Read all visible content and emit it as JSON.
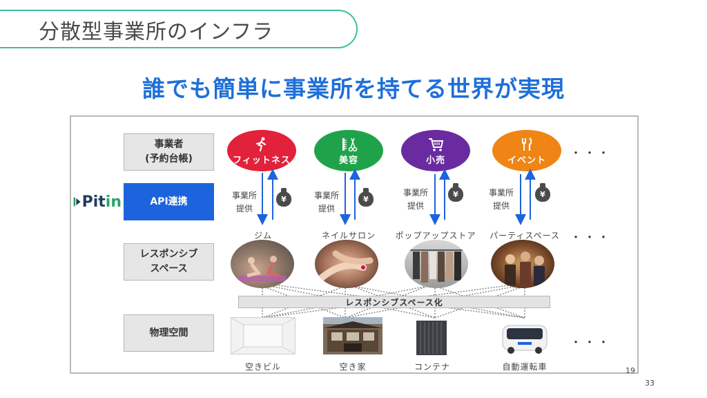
{
  "page_title": "分散型事業所のインフラ",
  "headline": "誰でも簡単に事業所を持てる世界が実現",
  "row_labels": {
    "operators": "事業者\n(予約台帳)",
    "api": "API連携",
    "responsive": "レスポンシブ\nスペース",
    "physical": "物理空間"
  },
  "logo": {
    "main": "Pit",
    "accent": "in"
  },
  "businesses": [
    {
      "label": "フィットネス",
      "color": "#e2213a",
      "icon": "running-person-icon"
    },
    {
      "label": "美容",
      "color": "#1fa34a",
      "icon": "scissors-comb-icon"
    },
    {
      "label": "小売",
      "color": "#6a2ba0",
      "icon": "shopping-cart-icon"
    },
    {
      "label": "イベント",
      "color": "#f08516",
      "icon": "fork-knife-icon"
    }
  ],
  "provide_label": "事業所\n提供",
  "currency_symbol": "¥",
  "spaces": [
    "ジム",
    "ネイルサロン",
    "ポップアップストア",
    "パーティスペース"
  ],
  "ellipsis": "・・・",
  "responsive_bar": "レスポンシブスペース化",
  "physical": [
    "空きビル",
    "空き家",
    "コンテナ",
    "自動運転車"
  ],
  "slide_number": "19",
  "page_number": "33",
  "colors": {
    "accent_teal": "#3cbf9f",
    "headline_blue": "#1e6fd9",
    "api_blue": "#1d63dd"
  }
}
